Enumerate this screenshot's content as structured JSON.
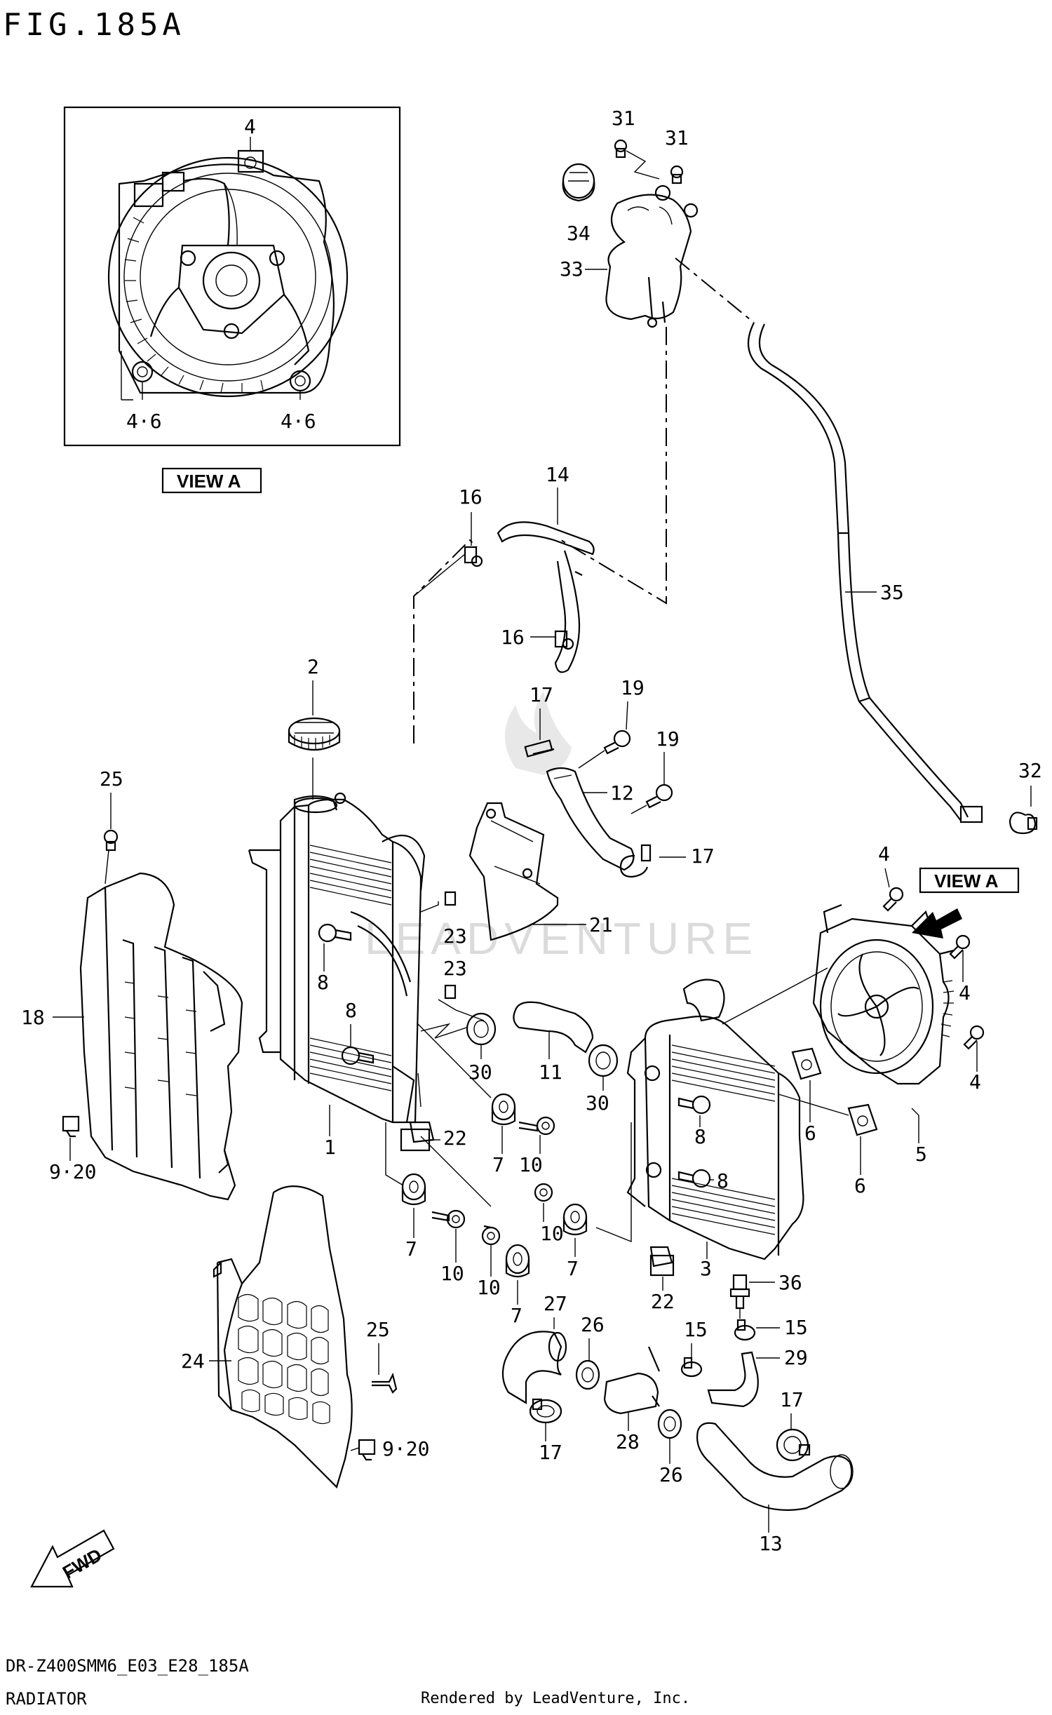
{
  "header": {
    "title": "FIG.185A"
  },
  "view": {
    "box_label": "VIEW A",
    "pointer_label": "VIEW A"
  },
  "fwd_arrow": {
    "label": "FWD"
  },
  "watermark": {
    "text": "LEADVENTURE"
  },
  "footer": {
    "model_code": "DR-Z400SMM6_E03_E28_185A",
    "section_name": "RADIATOR",
    "credit": "Rendered by LeadVenture, Inc."
  },
  "callouts": {
    "c1": "1",
    "c2": "2",
    "c3": "3",
    "c4a": "4",
    "c4b": "4",
    "c4c": "4",
    "c4d": "4",
    "c46a": "4·6",
    "c46b": "4·6",
    "c5": "5",
    "c6a": "6",
    "c6b": "6",
    "c7a": "7",
    "c7b": "7",
    "c7c": "7",
    "c7d": "7",
    "c8a": "8",
    "c8b": "8",
    "c8c": "8",
    "c8d": "8",
    "c920a": "9·20",
    "c920b": "9·20",
    "c10a": "10",
    "c10b": "10",
    "c10c": "10",
    "c10d": "10",
    "c11": "11",
    "c12": "12",
    "c13": "13",
    "c14": "14",
    "c15a": "15",
    "c15b": "15",
    "c16a": "16",
    "c16b": "16",
    "c17a": "17",
    "c17b": "17",
    "c17c": "17",
    "c17d": "17",
    "c18": "18",
    "c19a": "19",
    "c19b": "19",
    "c21": "21",
    "c22a": "22",
    "c22b": "22",
    "c23a": "23",
    "c23b": "23",
    "c24": "24",
    "c25a": "25",
    "c25b": "25",
    "c26a": "26",
    "c26b": "26",
    "c27": "27",
    "c28": "28",
    "c29": "29",
    "c30a": "30",
    "c30b": "30",
    "c31a": "31",
    "c31b": "31",
    "c32": "32",
    "c33": "33",
    "c34": "34",
    "c35": "35",
    "c36": "36"
  }
}
